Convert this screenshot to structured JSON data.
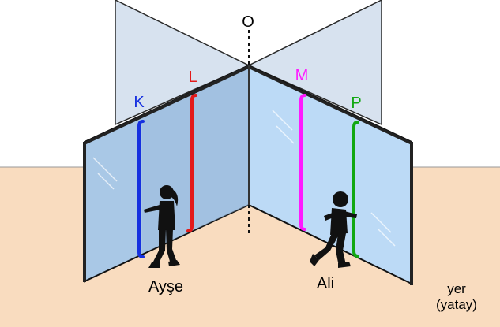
{
  "labels": {
    "O": "O",
    "K": "K",
    "L": "L",
    "M": "M",
    "P": "P",
    "ayse": "Ayşe",
    "ali": "Ali",
    "yer_line1": "yer",
    "yer_line2": "(yatay)"
  },
  "colors": {
    "ground": "#f9dcbf",
    "back_mirror": "#d7e2ef",
    "left_mirror": "#a9c8e6",
    "right_mirror": "#bcdaf6",
    "frame": "#1a1a1a",
    "K": "#1530e0",
    "L": "#e31a1a",
    "M": "#ff19ff",
    "P": "#12a812",
    "silhouette": "#111111"
  }
}
